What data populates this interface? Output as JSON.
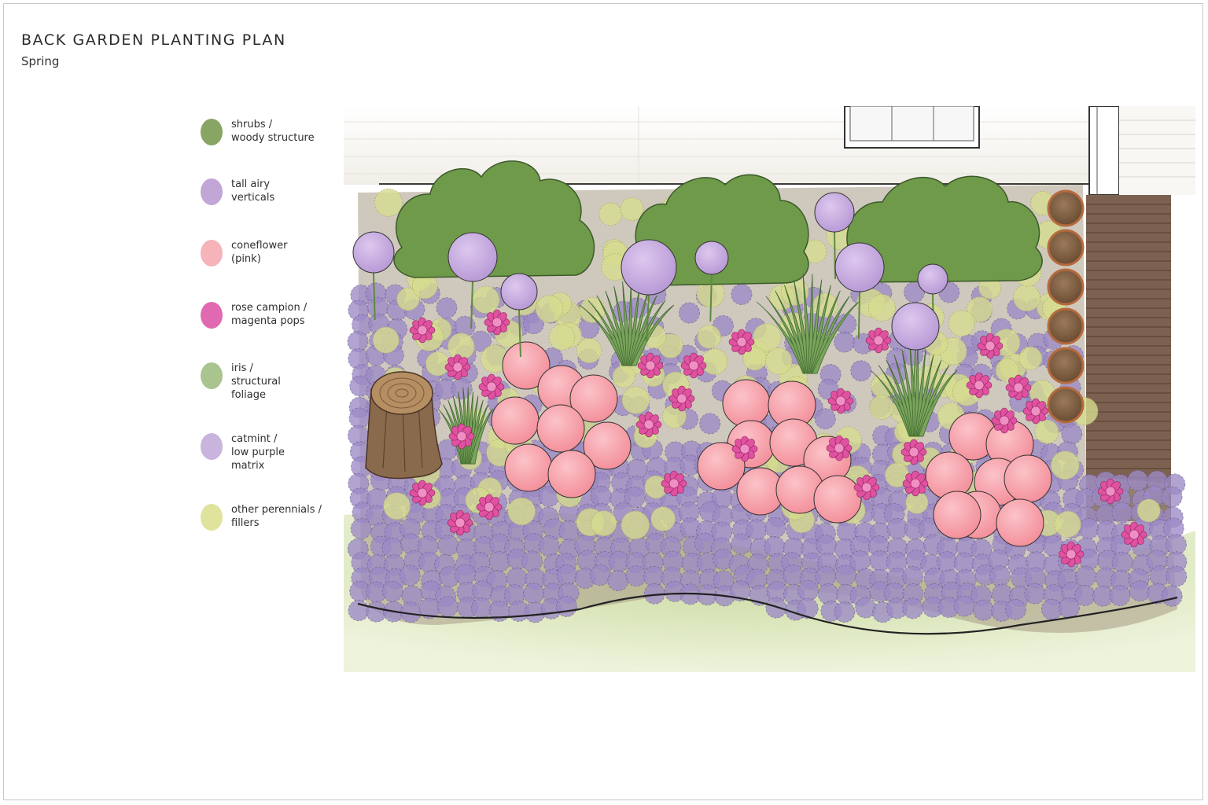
{
  "header": {
    "title": "BACK GARDEN PLANTING PLAN",
    "subtitle": "Spring"
  },
  "legend": {
    "items": [
      {
        "label": "shrubs /\nwoody structure",
        "color": "#88a563",
        "icon": "shrub-swatch"
      },
      {
        "label": "tall airy\nverticals",
        "color": "#c2a6d6",
        "icon": "allium-swatch"
      },
      {
        "label": "coneflower\n(pink)",
        "color": "#f6b3ba",
        "icon": "coneflower-swatch"
      },
      {
        "label": "rose campion /\nmagenta pops",
        "color": "#e169b1",
        "icon": "rose-campion-swatch"
      },
      {
        "label": "iris /\nstructural\nfoliage",
        "color": "#a9c48f",
        "icon": "iris-swatch"
      },
      {
        "label": "catmint /\nlow purple\nmatrix",
        "color": "#c8b4dc",
        "icon": "catmint-swatch"
      },
      {
        "label": "other perennials /\nfillers",
        "color": "#dfe39c",
        "icon": "filler-swatch"
      }
    ]
  },
  "colors": {
    "shrub": "#6f9a4a",
    "allium": "#c6aadd",
    "coneflower": "#f7a2ac",
    "magenta": "#e0529f",
    "iris": "#7aa35c",
    "catmint": "#9c8ac6",
    "filler": "#d6dc8f",
    "lawn": "#c8d99c",
    "deck": "#7a5d4a",
    "wall": "#f4f2ee"
  }
}
